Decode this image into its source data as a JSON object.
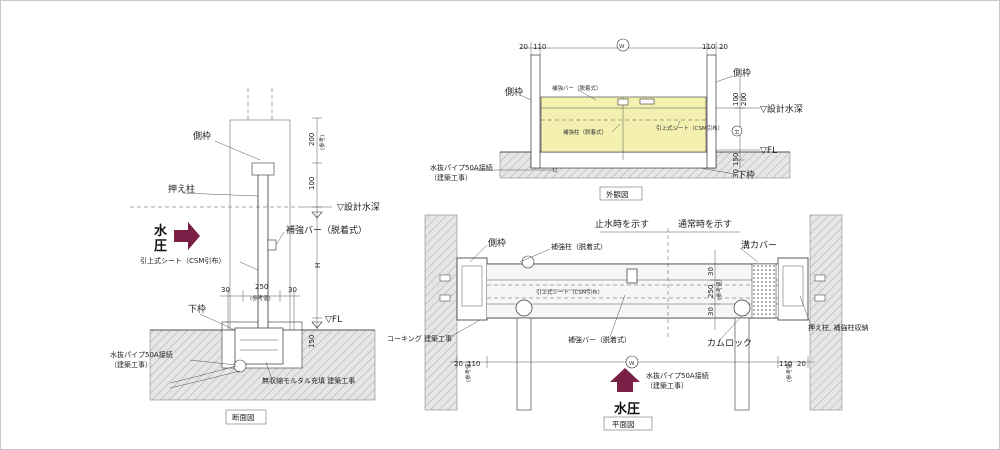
{
  "colors": {
    "arrow": "#7a1f45",
    "water": "#f4f0b0",
    "hatch": "#999999",
    "line": "#333333"
  },
  "section": {
    "caption": "断面図",
    "water_pressure": [
      "水",
      "圧"
    ],
    "labels": {
      "side_frame": "側枠",
      "push_column": "押え柱",
      "design_depth": "設計水深",
      "reinforce_bar": "補強バー（脱着式）",
      "pullup_sheet": "引上式シート（CSM引布）",
      "lower_frame": "下枠",
      "drain_pipe_1": "水抜パイプ50A接続",
      "drain_pipe_2": "（建築工事）",
      "mortar": "無収縮モルタル充填 建築工事",
      "fl": "FL"
    },
    "dims": {
      "d200": "200",
      "d200_note": "(参考)",
      "d100": "100",
      "d250": "250",
      "d250_note": "(参考値)",
      "d30a": "30",
      "d30b": "30",
      "d150": "150",
      "dH": "H"
    }
  },
  "elevation": {
    "caption": "外観図",
    "labels": {
      "side_frame_l": "側枠",
      "side_frame_r": "側枠",
      "reinforce_bar": "補強バー（脱着式）",
      "reinforce_col": "補強柱（脱着式）",
      "pullup_sheet": "引上式シート（CSM引布）",
      "design_depth": "設計水深",
      "drain_pipe_1": "水抜パイプ50A接続",
      "drain_pipe_2": "（建築工事）",
      "lower_frame": "下枠",
      "fl": "FL"
    },
    "dims": {
      "d20l": "20",
      "d110l": "110",
      "W": "W",
      "d110r": "110",
      "d20r": "20",
      "d100": "100",
      "d200": "200",
      "H": "H",
      "d150": "150",
      "d30": "30"
    }
  },
  "plan": {
    "caption": "平面図",
    "water_pressure": "水圧",
    "labels": {
      "stop_water": "止水時を示す",
      "normal": "通常時を示す",
      "side_frame": "側枠",
      "reinforce_col": "補強柱（脱着式）",
      "groove_cover": "溝カバー",
      "pullup_sheet": "引上式シート（CSM引布）",
      "reinforce_bar": "補強バー（脱着式）",
      "caulking": "コーキング 建築工事",
      "cam_lock": "カムロック",
      "push_column_storage": "押え柱, 補強柱収納",
      "drain_pipe_1": "水抜パイプ50A接続",
      "drain_pipe_2": "（建築工事）"
    },
    "dims": {
      "d20l": "20",
      "d110l": "110",
      "note_l": "(参考値)",
      "W": "W",
      "d110r": "110",
      "d20r": "20",
      "note_r": "(参考値)",
      "d30a": "30",
      "d250": "250",
      "d30b": "30",
      "note_c": "(参考値)"
    }
  }
}
